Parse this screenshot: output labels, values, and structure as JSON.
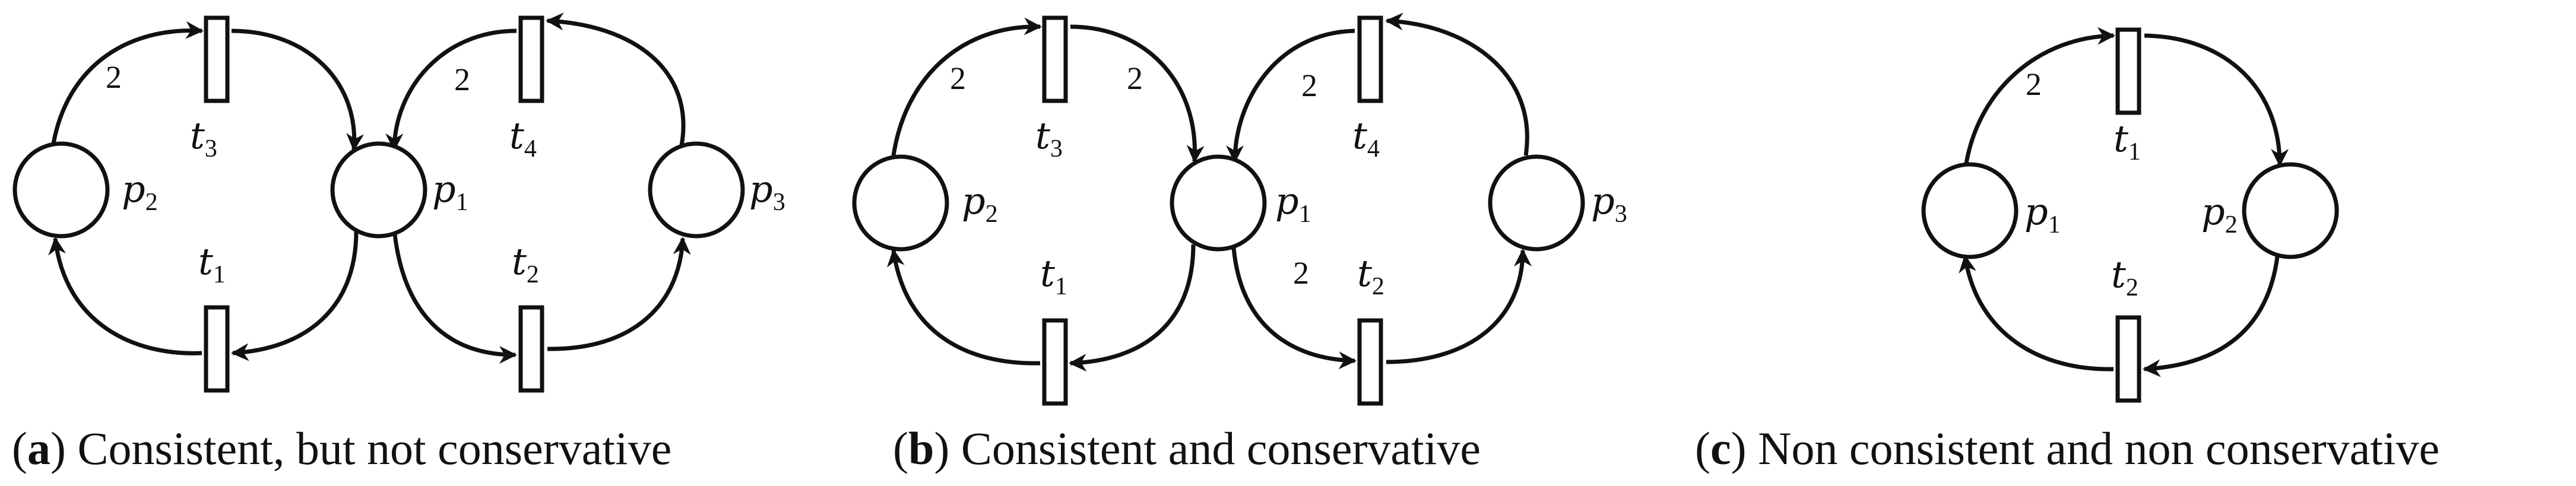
{
  "panels": [
    {
      "id": "a",
      "caption": {
        "letter": "a",
        "text": "Consistent, but not conservative"
      },
      "places": [
        {
          "id": "p2",
          "label": "p",
          "sub": "2"
        },
        {
          "id": "p1",
          "label": "p",
          "sub": "1"
        },
        {
          "id": "p3",
          "label": "p",
          "sub": "3"
        }
      ],
      "transitions": [
        {
          "id": "t3",
          "label": "t",
          "sub": "3"
        },
        {
          "id": "t4",
          "label": "t",
          "sub": "4"
        },
        {
          "id": "t1",
          "label": "t",
          "sub": "1"
        },
        {
          "id": "t2",
          "label": "t",
          "sub": "2"
        }
      ],
      "arcs": [
        {
          "from": "p2",
          "to": "t3",
          "weight": "2"
        },
        {
          "from": "t3",
          "to": "p1",
          "weight": ""
        },
        {
          "from": "p3",
          "to": "t4",
          "weight": ""
        },
        {
          "from": "t4",
          "to": "p1",
          "weight": "2"
        },
        {
          "from": "p1",
          "to": "t1",
          "weight": ""
        },
        {
          "from": "t1",
          "to": "p2",
          "weight": ""
        },
        {
          "from": "p1",
          "to": "t2",
          "weight": ""
        },
        {
          "from": "t2",
          "to": "p3",
          "weight": ""
        }
      ]
    },
    {
      "id": "b",
      "caption": {
        "letter": "b",
        "text": "Consistent and conservative"
      },
      "places": [
        {
          "id": "p2",
          "label": "p",
          "sub": "2"
        },
        {
          "id": "p1",
          "label": "p",
          "sub": "1"
        },
        {
          "id": "p3",
          "label": "p",
          "sub": "3"
        }
      ],
      "transitions": [
        {
          "id": "t3",
          "label": "t",
          "sub": "3"
        },
        {
          "id": "t4",
          "label": "t",
          "sub": "4"
        },
        {
          "id": "t1",
          "label": "t",
          "sub": "1"
        },
        {
          "id": "t2",
          "label": "t",
          "sub": "2"
        }
      ],
      "arcs": [
        {
          "from": "p2",
          "to": "t3",
          "weight": "2"
        },
        {
          "from": "t3",
          "to": "p1",
          "weight": "2"
        },
        {
          "from": "p3",
          "to": "t4",
          "weight": ""
        },
        {
          "from": "t4",
          "to": "p1",
          "weight": "2"
        },
        {
          "from": "p1",
          "to": "t1",
          "weight": ""
        },
        {
          "from": "t1",
          "to": "p2",
          "weight": ""
        },
        {
          "from": "p1",
          "to": "t2",
          "weight": "2"
        },
        {
          "from": "t2",
          "to": "p3",
          "weight": ""
        }
      ]
    },
    {
      "id": "c",
      "caption": {
        "letter": "c",
        "text": "Non consistent and non conservative"
      },
      "places": [
        {
          "id": "p1",
          "label": "p",
          "sub": "1"
        },
        {
          "id": "p2",
          "label": "p",
          "sub": "2"
        }
      ],
      "transitions": [
        {
          "id": "t1",
          "label": "t",
          "sub": "1"
        },
        {
          "id": "t2",
          "label": "t",
          "sub": "2"
        }
      ],
      "arcs": [
        {
          "from": "p1",
          "to": "t1",
          "weight": "2"
        },
        {
          "from": "t1",
          "to": "p2",
          "weight": ""
        },
        {
          "from": "p2",
          "to": "t2",
          "weight": ""
        },
        {
          "from": "t2",
          "to": "p1",
          "weight": ""
        }
      ]
    }
  ]
}
